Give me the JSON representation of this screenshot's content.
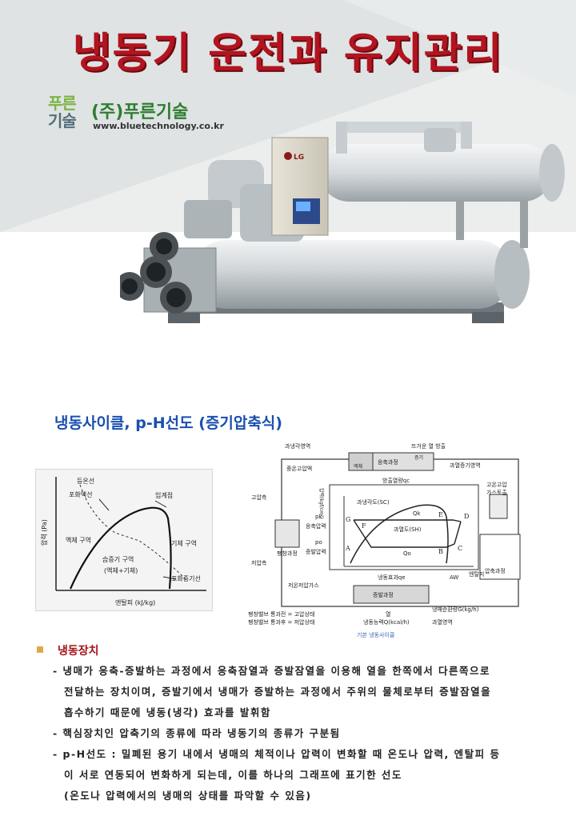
{
  "header": {
    "title": "냉동기 운전과 유지관리",
    "logo_top": "푸른",
    "logo_bottom": "기술",
    "company": "(주)푸른기술",
    "url": "www.bluetechnology.co.kr",
    "machine_brand": "LG",
    "colors": {
      "title": "#b3141f",
      "banner_bg": "#eceeee",
      "accent_green": "#2e7d32"
    }
  },
  "section": {
    "title": "냉동사이클, p-H선도 (증기압축식)"
  },
  "ph_chart": {
    "ylabel": "압력 (Pa)",
    "xlabel": "엔탈피 (kJ/kg)",
    "labels": {
      "isotherm": "등온선",
      "sat_liquid": "포화액선",
      "critical": "임계점",
      "liquid": "액체 구역",
      "gas": "기체 구역",
      "wet": "습증기 구역",
      "wet_sub": "(액체+기체)",
      "sat_vapor": "포화증기선"
    }
  },
  "cycle_diagram": {
    "texts": {
      "subcool_region": "과냉각영역",
      "hot_air": "뜨거운 열 방출",
      "liquid": "액체",
      "condense": "응축과정",
      "vapor": "증기",
      "superheat_region": "과열증기영역",
      "mid_temp": "중온고압액",
      "heat_release": "방출열량qc",
      "pressure_axis": "압력(kgf/cm²)",
      "high_side": "고압측",
      "low_side": "저압측",
      "expansion": "팽창과정",
      "pk": "pk",
      "condense_pressure": "응축압력",
      "po": "po",
      "evap_pressure": "증발압력",
      "subcool_sc": "과냉각도(SC)",
      "superheat_sh": "과열도(SH)",
      "qk": "Qk",
      "qo": "Qo",
      "G": "G",
      "F": "F",
      "E": "E",
      "D": "D",
      "A": "A",
      "B": "B",
      "C": "C",
      "enthalpy": "엔탈피",
      "refrig_effect": "냉동효과qe",
      "aw": "AW",
      "low_temp_gas": "저온저압가스",
      "evaporate": "증발과정",
      "high_gas_out": "고온고압",
      "gas_out2": "가스토출",
      "compress": "압축과정",
      "valve_before": "팽창밸브 통과전 = 고압상태",
      "valve_after": "팽창밸브 통과후 = 저압상태",
      "heat": "열",
      "capacity": "냉동능력Q(kcal/h)",
      "circulation": "냉매순환량G(kg/h)",
      "overheat_region": "과열영역",
      "caption": "기본 냉동사이클"
    }
  },
  "device": {
    "title": "냉동장치",
    "lines": [
      "- 냉매가 응축-증발하는 과정에서 응축잠열과 증발잠열을 이용해 열을 한쪽에서 다른쪽으로",
      "전달하는 장치이며, 증발기에서 냉매가 증발하는 과정에서 주위의 물체로부터 증발잠열을",
      "흡수하기 때문에 냉동(냉각) 효과를 발휘함",
      "- 핵심장치인 압축기의 종류에 따라 냉동기의 종류가 구분됨",
      "- p-H선도 : 밀폐된 용기 내에서 냉매의 체적이나 압력이 변화할 때 온도나 압력, 엔탈피 등",
      "이 서로 연동되어 변화하게 되는데, 이를 하나의 그래프에 표기한 선도",
      "(온도나 압력에서의 냉매의 상태를 파악할 수 있음)"
    ]
  }
}
